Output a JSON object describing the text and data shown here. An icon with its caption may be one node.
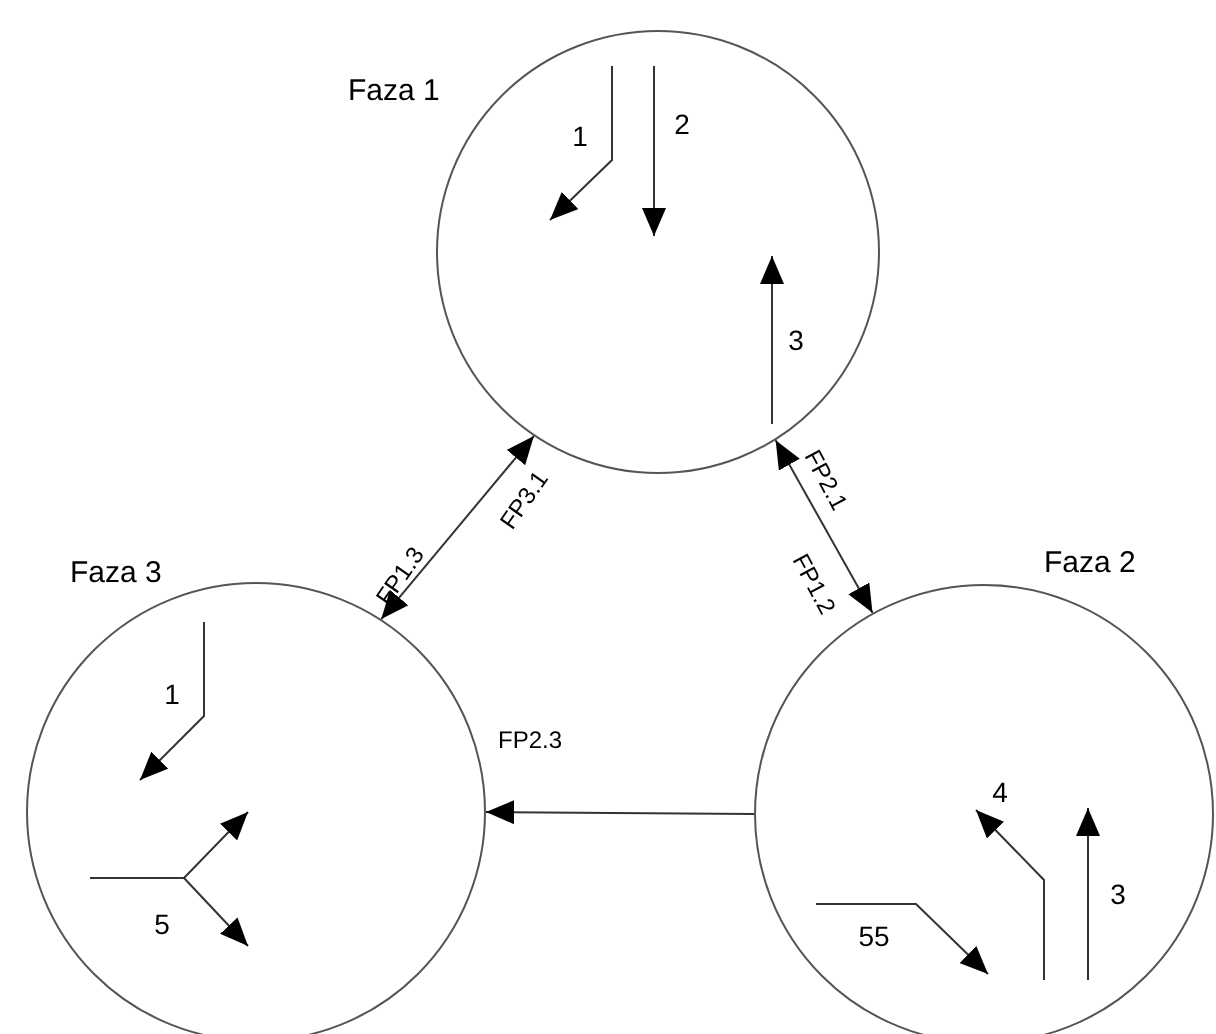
{
  "diagram": {
    "nodes": [
      {
        "text": [
          "Faza 1"
        ]
      },
      {
        "text": [
          "Faza 2"
        ]
      },
      {
        "text": [
          "Faza 3"
        ]
      }
    ],
    "edges": [
      {
        "from": 0,
        "to": 2,
        "arrow": "both",
        "label": "FP3.1"
      },
      {
        "from": 0,
        "to": 1,
        "arrow": "both",
        "label": "FP2.1"
      },
      {
        "from": 1,
        "to": 2,
        "arrow": "to",
        "label": "FP2.3"
      }
    ],
    "labels": [
      "1",
      "2",
      "3",
      "FP1.3",
      "FP1.2",
      "1",
      "5",
      "4",
      "55",
      "3"
    ]
  }
}
